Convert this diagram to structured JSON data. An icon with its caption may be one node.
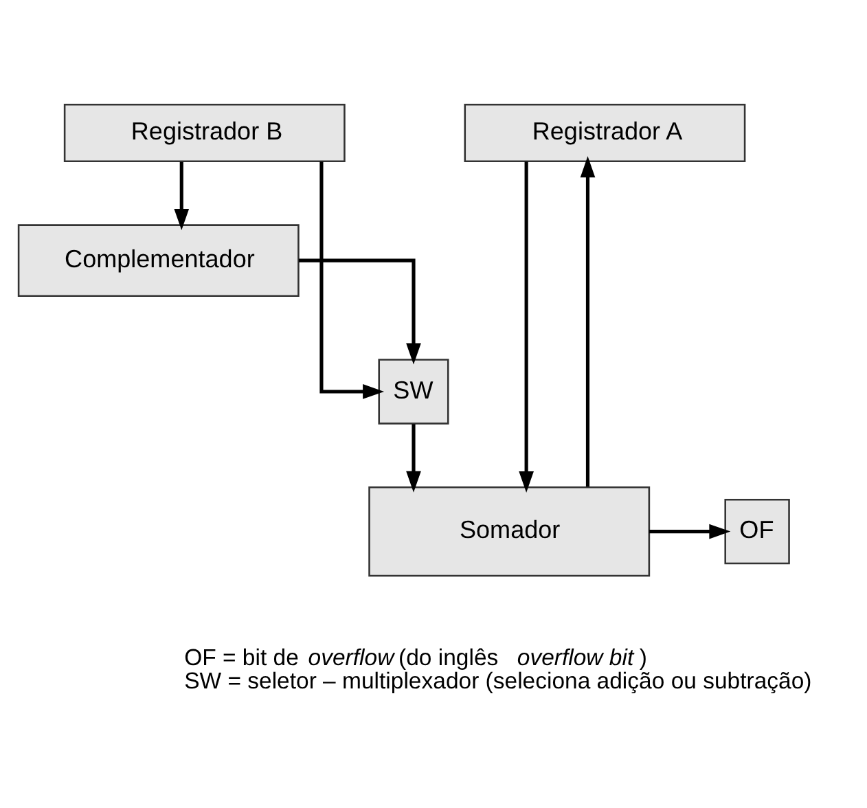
{
  "diagram": {
    "nodes": [
      {
        "text": [
          "Registrador B"
        ]
      },
      {
        "text": [
          "Registrador A"
        ]
      },
      {
        "text": [
          "Complementador"
        ]
      },
      {
        "text": [
          "SW"
        ]
      },
      {
        "text": [
          "Somador"
        ]
      },
      {
        "text": [
          "OF"
        ]
      }
    ],
    "edges": [
      {
        "from": 0,
        "to": 2,
        "arrow": "to"
      },
      {
        "from": 0,
        "to": 3,
        "arrow": "to"
      },
      {
        "from": 2,
        "to": 3,
        "arrow": "to"
      },
      {
        "from": 3,
        "to": 4,
        "arrow": "to"
      },
      {
        "from": 1,
        "to": 4,
        "arrow": "to"
      },
      {
        "from": 4,
        "to": 5,
        "arrow": "to"
      },
      {
        "from": 4,
        "to": 1,
        "arrow": "to"
      }
    ],
    "labels": [
      "OF = bit de *overflow* (do inglês *overflow bit*)",
      "SW = seletor – multiplexador (seleciona adição ou subtração)"
    ]
  }
}
